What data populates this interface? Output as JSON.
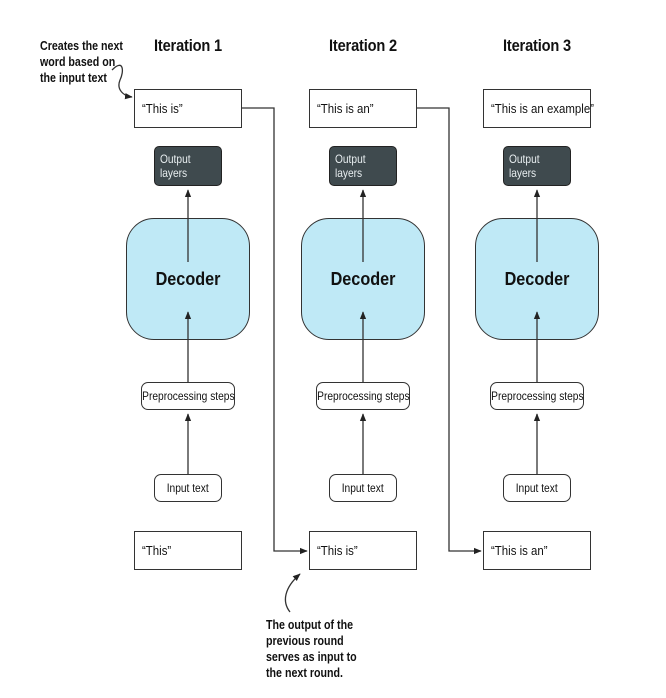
{
  "iterations": [
    {
      "title": "Iteration 1",
      "output_text": "“This is”",
      "output_layers": "Output layers",
      "decoder": "Decoder",
      "preprocessing": "Preprocessing steps",
      "input_label": "Input text",
      "input_text": "“This”"
    },
    {
      "title": "Iteration 2",
      "output_text": "“This is an”",
      "output_layers": "Output layers",
      "decoder": "Decoder",
      "preprocessing": "Preprocessing steps",
      "input_label": "Input text",
      "input_text": "“This is”"
    },
    {
      "title": "Iteration 3",
      "output_text": "“This is an example”",
      "output_layers": "Output layers",
      "decoder": "Decoder",
      "preprocessing": "Preprocessing steps",
      "input_label": "Input text",
      "input_text": "“This is an”"
    }
  ],
  "annotations": {
    "top_left": "Creates the next\nword based on\nthe input text",
    "bottom": "The output of the\nprevious round\nserves as input to\nthe next round."
  },
  "colors": {
    "decoder_fill": "#bfe9f6",
    "output_layers_fill": "#3f4a4e",
    "line": "#333333"
  }
}
